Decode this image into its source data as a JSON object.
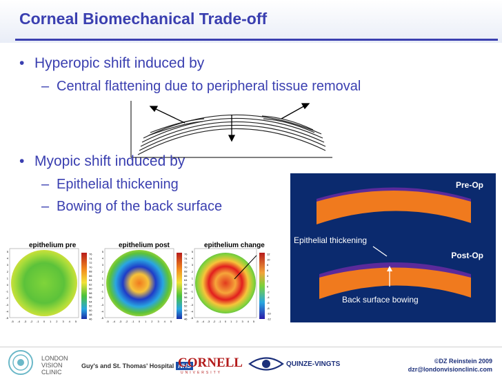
{
  "title": "Corneal Biomechanical Trade-off",
  "bullets": [
    {
      "text": "Hyperopic shift induced by",
      "subs": [
        "Central flattening due to peripheral tissue removal"
      ]
    },
    {
      "text": "Myopic shift induced by",
      "subs": [
        "Epithelial thickening",
        "Bowing of the back surface"
      ]
    }
  ],
  "bullet_marker": "•",
  "sub_marker": "–",
  "prepost": {
    "pre_label": "Pre-Op",
    "post_label": "Post-Op",
    "epithelial_label": "Epithelial thickening",
    "back_label": "Back surface bowing"
  },
  "maps": {
    "titles": [
      "epithelium pre",
      "epithelium post",
      "epithelium change"
    ],
    "y_ticks": [
      "5",
      "4",
      "3",
      "2",
      "1",
      "0",
      "-1",
      "-2",
      "-3",
      "-4",
      "-5"
    ],
    "x_ticks": [
      "-5",
      "-4",
      "-3",
      "-2",
      "-1",
      "0",
      "1",
      "2",
      "3",
      "4",
      "5"
    ],
    "scale_abs": [
      "76",
      "74",
      "72",
      "70",
      "68",
      "66",
      "64",
      "62",
      "60",
      "58",
      "56",
      "54",
      "52",
      "50",
      "48",
      "46"
    ],
    "scale_change": [
      "12",
      "10",
      "8",
      "6",
      "4",
      "2",
      "0",
      "-2",
      "-4",
      "-6",
      "-8",
      "-10",
      "-12"
    ]
  },
  "footer": {
    "lvc_lines": [
      "LONDON",
      "VISION",
      "CLINIC"
    ],
    "guys": "Guy's and St. Thomas' Hospital",
    "nhs": "NHS",
    "cornell": "CORNELL",
    "cornell_sub": "UNIVERSITY",
    "qv": "QUINZE-VINGTS",
    "copyright": "©DZ Reinstein 2009",
    "email": "dzr@londonvisionclinic.com"
  },
  "colors": {
    "title": "#3a3fb0",
    "panel": "#0b2a6e",
    "stroma": "#f07a1e",
    "epithelium": "#5b2a9a"
  }
}
